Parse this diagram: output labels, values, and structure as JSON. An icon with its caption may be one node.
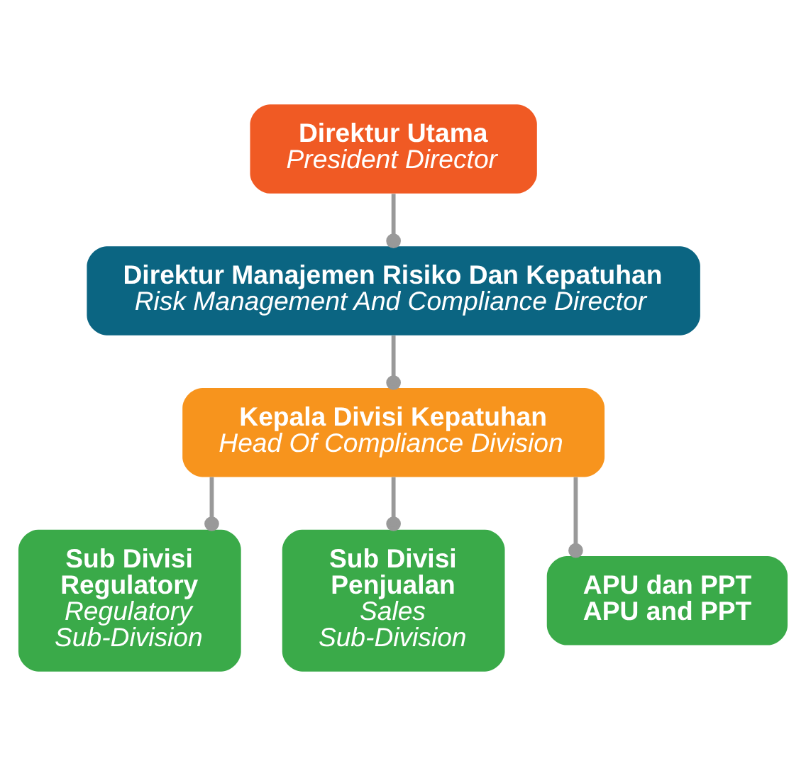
{
  "diagram": {
    "nodes": [
      {
        "text": [
          "Direktur Utama",
          "President Director"
        ]
      },
      {
        "text": [
          "Direktur Manajemen Risiko Dan Kepatuhan",
          "Risk Management And Compliance Director"
        ]
      },
      {
        "text": [
          "Kepala Divisi Kepatuhan",
          "Head Of Compliance Division"
        ]
      },
      {
        "text": [
          "Sub Divisi Regulatory",
          "Regulatory Sub-Division"
        ]
      },
      {
        "text": [
          "Sub Divisi Penjualan",
          "Sales Sub-Division"
        ]
      },
      {
        "text": [
          "APU dan PPT",
          "APU and PPT"
        ]
      }
    ],
    "edges": [
      {
        "from": 0,
        "to": 1,
        "arrow": "other"
      },
      {
        "from": 1,
        "to": 2,
        "arrow": "other"
      },
      {
        "from": 2,
        "to": 3,
        "arrow": "other"
      },
      {
        "from": 2,
        "to": 4,
        "arrow": "other"
      },
      {
        "from": 2,
        "to": 5,
        "arrow": "other"
      }
    ]
  }
}
